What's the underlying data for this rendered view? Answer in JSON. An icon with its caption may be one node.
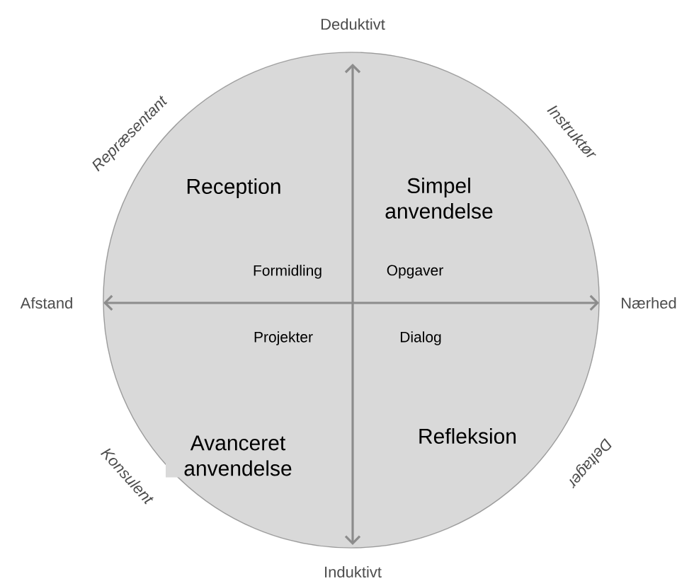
{
  "diagram": {
    "nodes": [
      {
        "text": [
          "Reception",
          "Simpel anvendelse",
          "Avanceret anvendelse",
          "Refleksion",
          "Formidling",
          "Opgaver",
          "Projekter",
          "Dialog"
        ]
      }
    ],
    "edges": [],
    "labels": [
      "Deduktivt",
      "Repræsentant",
      "Instruktør",
      "Afstand",
      "Nærhed",
      "Konsulent",
      "Deltager",
      "Induktivt"
    ]
  }
}
